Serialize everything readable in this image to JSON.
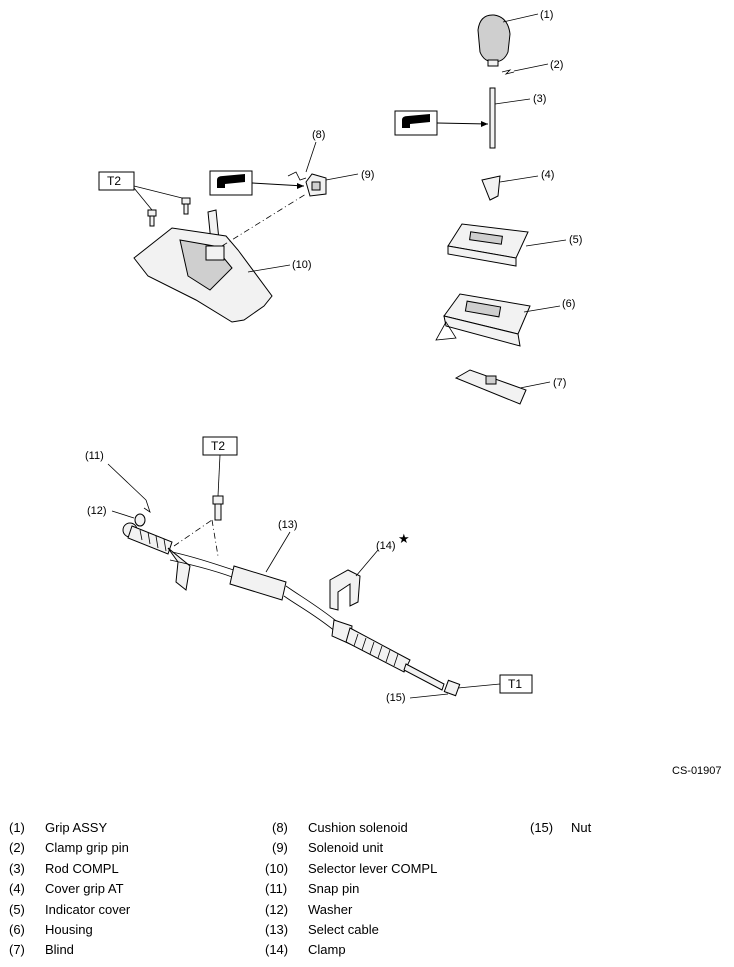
{
  "callouts": [
    "(1)",
    "(2)",
    "(3)",
    "(4)",
    "(5)",
    "(6)",
    "(7)",
    "(8)",
    "(9)",
    "(10)",
    "(11)",
    "(12)",
    "(13)",
    "(14)",
    "(15)"
  ],
  "torque_labels": {
    "t2_top": "T2",
    "t2_bottom": "T2",
    "t1": "T1"
  },
  "star_symbol": "★",
  "figure_code": "CS-01907",
  "legend": [
    {
      "num": "(1)",
      "name": "Grip ASSY"
    },
    {
      "num": "(2)",
      "name": "Clamp grip pin"
    },
    {
      "num": "(3)",
      "name": "Rod COMPL"
    },
    {
      "num": "(4)",
      "name": "Cover grip AT"
    },
    {
      "num": "(5)",
      "name": "Indicator cover"
    },
    {
      "num": "(6)",
      "name": "Housing"
    },
    {
      "num": "(7)",
      "name": "Blind"
    },
    {
      "num": "(8)",
      "name": "Cushion solenoid"
    },
    {
      "num": "(9)",
      "name": "Solenoid unit"
    },
    {
      "num": "(10)",
      "name": "Selector lever COMPL"
    },
    {
      "num": "(11)",
      "name": "Snap pin"
    },
    {
      "num": "(12)",
      "name": "Washer"
    },
    {
      "num": "(13)",
      "name": "Select cable"
    },
    {
      "num": "(14)",
      "name": "Clamp"
    },
    {
      "num": "(15)",
      "name": "Nut"
    }
  ],
  "icons": [
    "grease-gun-icon",
    "grease-gun-icon"
  ]
}
